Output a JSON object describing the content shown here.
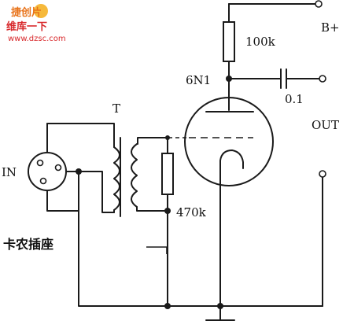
{
  "watermark": {
    "line1": "捷创片",
    "line2": "维库一下",
    "url": "www.dzsc.com"
  },
  "labels": {
    "b_plus": "B+",
    "r_plate": "100k",
    "tube": "6N1",
    "cap": "0.1",
    "out": "OUT",
    "transformer": "T",
    "input": "IN",
    "r_grid": "470k",
    "socket": "卡农插座"
  }
}
